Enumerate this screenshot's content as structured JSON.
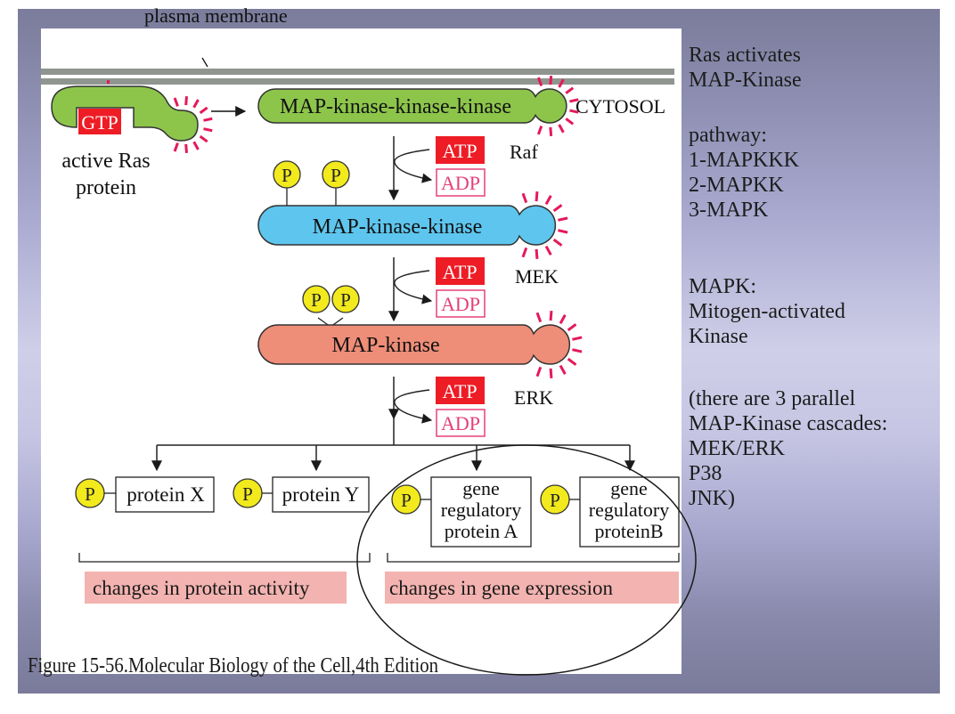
{
  "figure": {
    "membrane_label": "plasma membrane",
    "cytosol_label": "CYTOSOL",
    "ras": {
      "cofactor": "GTP",
      "label_line1": "active Ras",
      "label_line2": "protein"
    },
    "kinases": [
      {
        "name": "MAP-kinase-kinase-kinase",
        "alias": "Raf",
        "color": "#8dc54b",
        "phosphates": 0
      },
      {
        "name": "MAP-kinase-kinase",
        "alias": "MEK",
        "color": "#5ec6ee",
        "phosphates": 2
      },
      {
        "name": "MAP-kinase",
        "alias": "ERK",
        "color": "#ee8d78",
        "phosphates": 2
      }
    ],
    "atp_label": "ATP",
    "adp_label": "ADP",
    "phosphate_label": "P",
    "targets": [
      {
        "lines": [
          "protein X"
        ]
      },
      {
        "lines": [
          "protein Y"
        ]
      },
      {
        "lines": [
          "gene",
          "regulatory",
          "protein A"
        ]
      },
      {
        "lines": [
          "gene",
          "regulatory",
          "proteinB"
        ]
      }
    ],
    "outcomes": [
      "changes in protein activity",
      "changes in gene expression"
    ],
    "caption": "Figure 15-56.Molecular Biology of the Cell,4th Edition",
    "colors": {
      "atp": "#ee1c25",
      "adp": "#e5407a",
      "burst": "#e5195a",
      "phosphate": "#f2ea1d",
      "outcome_bg": "#f3b3b0",
      "membrane": "#8f9690"
    }
  },
  "notes": {
    "title_lines": [
      "Ras activates",
      "MAP-Kinase"
    ],
    "pathway_lines": [
      "pathway:",
      "1-MAPKKK",
      "2-MAPKK",
      "3-MAPK"
    ],
    "mapk_lines": [
      "MAPK:",
      "Mitogen-activated",
      "Kinase"
    ],
    "cascade_lines": [
      "(there are 3 parallel",
      "MAP-Kinase cascades:",
      "MEK/ERK",
      "P38",
      "JNK)"
    ]
  }
}
